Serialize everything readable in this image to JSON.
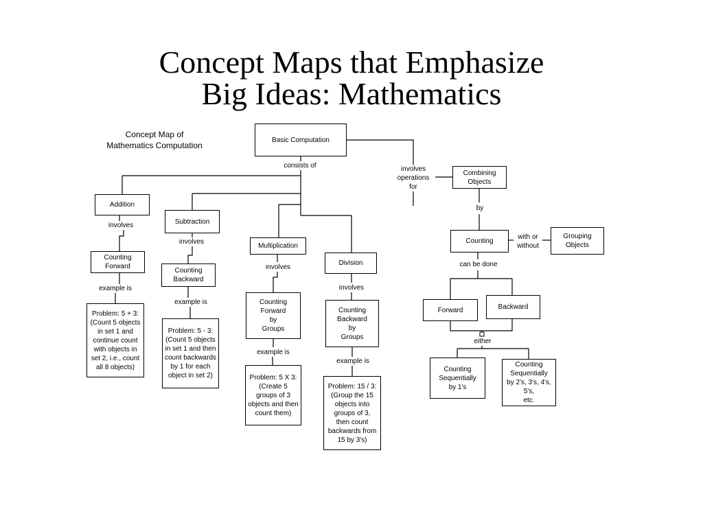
{
  "slide": {
    "title_line1": "Concept Maps that Emphasize",
    "title_line2": "Big Ideas: Mathematics",
    "map_caption": "Concept Map of\nMathematics Computation"
  },
  "nodes": {
    "basic_computation": "Basic Computation",
    "combining_objects": "Combining\nObjects",
    "addition": "Addition",
    "subtraction": "Subtraction",
    "multiplication": "Multiplication",
    "division": "Division",
    "counting": "Counting",
    "grouping_objects": "Grouping\nObjects",
    "counting_forward": "Counting\nForward",
    "counting_backward": "Counting\nBackward",
    "counting_forward_groups": "Counting\nForward\nby\nGroups",
    "counting_backward_groups": "Counting\nBackward\nby\nGroups",
    "forward": "Forward",
    "backward": "Backward",
    "problem_add": "Problem: 5 + 3:\n(Count 5 objects\nin set 1 and\ncontinue count\nwith objects in\nset 2, i.e., count\nall 8 objects)",
    "problem_sub": "Problem: 5 - 3:\n(Count 5 objects\nin set 1 and then\ncount backwards\nby 1 for each\nobject in set 2)",
    "problem_mul": "Problem: 5 X 3:\n(Create 5\ngroups of 3\nobjects and then\ncount them)",
    "problem_div": "Problem: 15 / 3:\n(Group the 15\nobjects into\ngroups of 3,\nthen count\nbackwards from\n15 by 3's)",
    "counting_seq_1": "Counting\nSequentially\nby 1's",
    "counting_seq_multi": "Counting\nSequentially\nby 2's, 3's, 4's,\n5's,\netc."
  },
  "links": {
    "consists_of": "consists of",
    "involves_operations_for": "involves\noperations\nfor",
    "by": "by",
    "involves_add": "involves",
    "involves_sub": "involves",
    "involves_mul": "involves",
    "involves_div": "involves",
    "example_add": "example is",
    "example_sub": "example is",
    "example_mul": "example is",
    "example_div": "example is",
    "with_or_without": "with or\nwithout",
    "can_be_done": "can be done",
    "either": "either"
  }
}
